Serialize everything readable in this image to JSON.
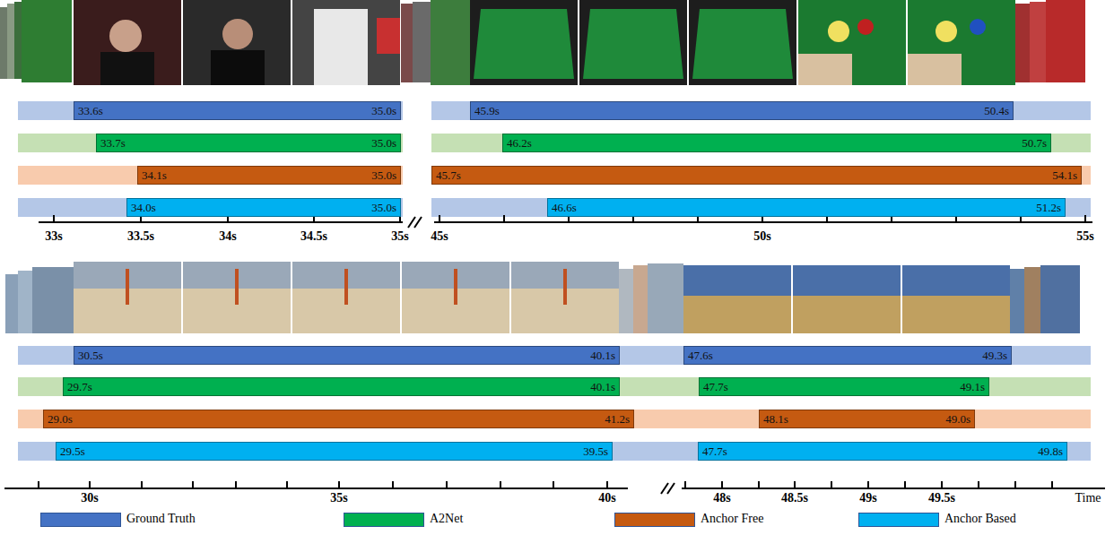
{
  "diagram": {
    "nodes": [
      {
        "text": [
          "33.6s",
          "35.0s"
        ]
      },
      {
        "text": [
          "45.9s",
          "50.4s"
        ]
      },
      {
        "text": [
          "33.7s",
          "35.0s"
        ]
      },
      {
        "text": [
          "46.2s",
          "50.7s"
        ]
      },
      {
        "text": [
          "34.1s",
          "35.0s"
        ]
      },
      {
        "text": [
          "45.7s",
          "54.1s"
        ]
      },
      {
        "text": [
          "34.0s",
          "35.0s"
        ]
      },
      {
        "text": [
          "46.6s",
          "51.2s"
        ]
      },
      {
        "text": [
          "30.5s",
          "40.1s"
        ]
      },
      {
        "text": [
          "47.6s",
          "49.3s"
        ]
      },
      {
        "text": [
          "29.7s",
          "40.1s"
        ]
      },
      {
        "text": [
          "47.7s",
          "49.1s"
        ]
      },
      {
        "text": [
          "29.0s",
          "41.2s"
        ]
      },
      {
        "text": [
          "48.1s",
          "49.0s"
        ]
      },
      {
        "text": [
          "29.5s",
          "39.5s"
        ]
      },
      {
        "text": [
          "47.7s",
          "49.8s"
        ]
      }
    ],
    "labels": [
      "33s",
      "33.5s",
      "34s",
      "34.5s",
      "35s",
      "45s",
      "50s",
      "55s",
      "30s",
      "35s",
      "40s",
      "48s",
      "48.5s",
      "49s",
      "49.5s",
      "Time"
    ],
    "legend": [
      {
        "text": "Ground Truth",
        "color": "#4472C4"
      },
      {
        "text": "A2Net",
        "color": "#00B050"
      },
      {
        "text": "Anchor Free",
        "color": "#C55A11"
      },
      {
        "text": "Anchor Based",
        "color": "#00B0F0"
      }
    ]
  }
}
